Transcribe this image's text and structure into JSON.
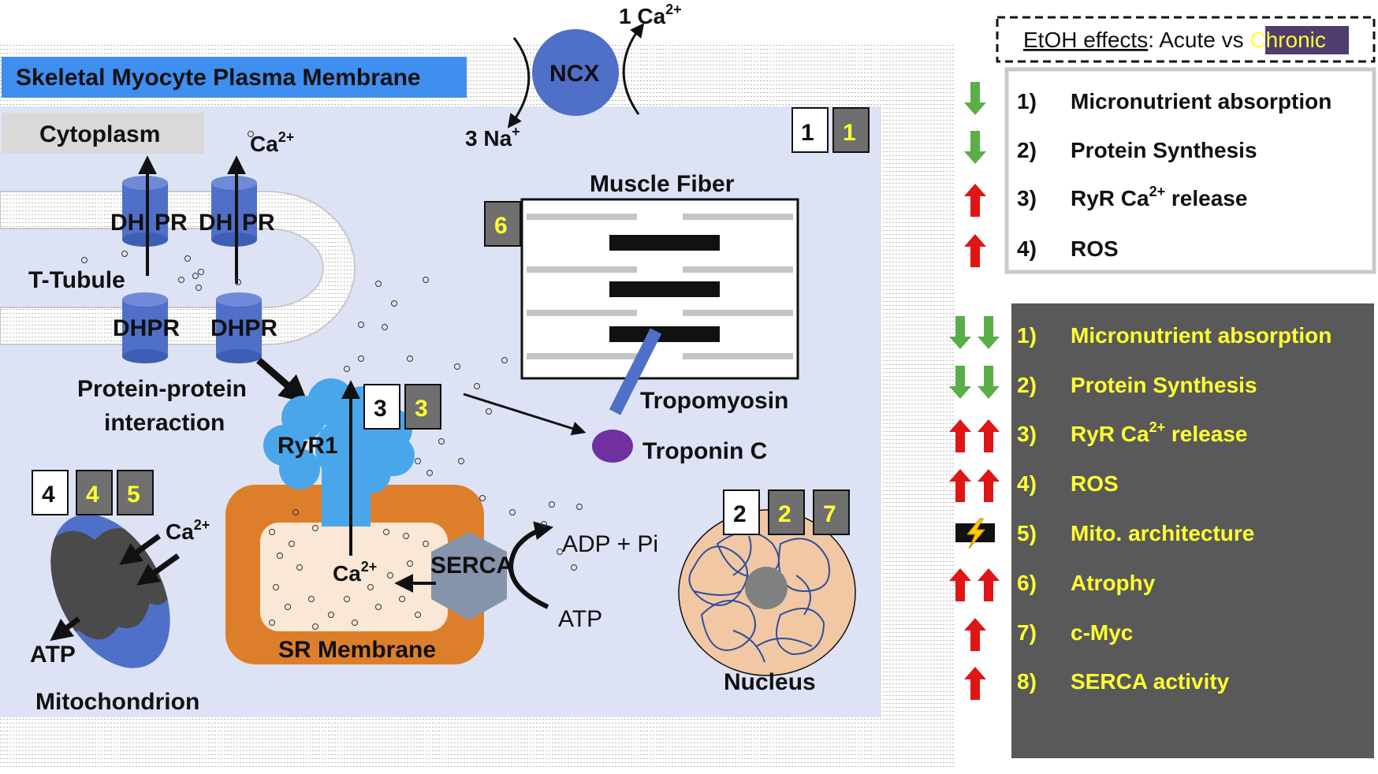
{
  "membrane": {
    "title": "Skeletal Myocyte Plasma Membrane",
    "cytoplasm": "Cytoplasm",
    "ttubule": "T-Tubule",
    "dhpr": "DHPR",
    "dhpr_split_left": "DH",
    "dhpr_split_right": "PR",
    "ca_top": "Ca",
    "ca_sup": "2+"
  },
  "ncx": {
    "label": "NCX",
    "ca_out": "1 Ca",
    "ca_sup": "2+",
    "na_in": "3 Na",
    "na_sup": "+"
  },
  "labels": {
    "protein_interaction_1": "Protein-protein",
    "protein_interaction_2": "interaction",
    "ryr1": "RyR1",
    "ca": "Ca",
    "ca_sup": "2+",
    "serca": "SERCA",
    "adp": "ADP + Pi",
    "atp": "ATP",
    "sr_membrane": "SR Membrane",
    "muscle_fiber": "Muscle Fiber",
    "tropomyosin": "Tropomyosin",
    "troponin": "Troponin C",
    "nucleus": "Nucleus",
    "mitochondrion": "Mitochondrion",
    "mito_atp": "ATP"
  },
  "badges": {
    "b1a": "1",
    "b1b": "1",
    "b3a": "3",
    "b3b": "3",
    "b4a": "4",
    "b4b": "4",
    "b5": "5",
    "b2a": "2",
    "b2b": "2",
    "b7": "7",
    "b6": "6"
  },
  "legend": {
    "header_prefix": "EtOH effects",
    "header_mid": ": Acute vs ",
    "header_chronic": "Chronic",
    "acute": [
      {
        "num": "1)",
        "text": "Micronutrient absorption"
      },
      {
        "num": "2)",
        "text": "Protein Synthesis"
      },
      {
        "num": "3)",
        "text": "RyR Ca",
        "sup": "2+",
        "after": " release"
      },
      {
        "num": "4)",
        "text": "ROS"
      }
    ],
    "chronic": [
      {
        "num": "1)",
        "text": "Micronutrient absorption"
      },
      {
        "num": "2)",
        "text": "Protein Synthesis"
      },
      {
        "num": "3)",
        "text": "RyR Ca",
        "sup": "2+",
        "after": " release"
      },
      {
        "num": "4)",
        "text": "ROS"
      },
      {
        "num": "5)",
        "text": "Mito. architecture"
      },
      {
        "num": "6)",
        "text": "Atrophy"
      },
      {
        "num": "7)",
        "text": "c-Myc"
      },
      {
        "num": "8)",
        "text": "SERCA activity"
      }
    ]
  },
  "colors": {
    "cell": "#dde3f5",
    "membrane_bar": "#3f8ff0",
    "dhpr": "#4f6fc8",
    "ryr": "#4aa6ea",
    "sr": "#dd7f2a",
    "sr_lumen": "#fae7d6",
    "serca": "#8593ab",
    "dark_panel": "#595959",
    "badge_dark": "#6f6f6f",
    "green": "#5aae47",
    "red": "#e01515",
    "yellow": "#ffff33"
  }
}
